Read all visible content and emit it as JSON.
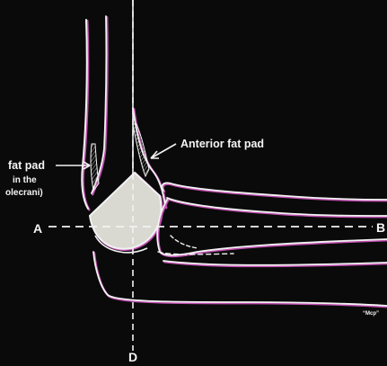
{
  "diagram": {
    "labels": {
      "anterior_fat_pad": "Anterior fat pad",
      "posterior_fat_pad_line1": "fat pad",
      "posterior_fat_pad_line2": "in the",
      "posterior_fat_pad_line3": "olecrani)",
      "line_a": "A",
      "line_b": "B",
      "line_d": "D",
      "corner_mark": "“Mcp”"
    },
    "colors": {
      "background": "#0a0a0a",
      "outline": "#f2f2f2",
      "outline_shadow": "#c04fb0",
      "cartilage_fill": "#d9d9d2",
      "hatch": "#bdbdbd"
    }
  }
}
